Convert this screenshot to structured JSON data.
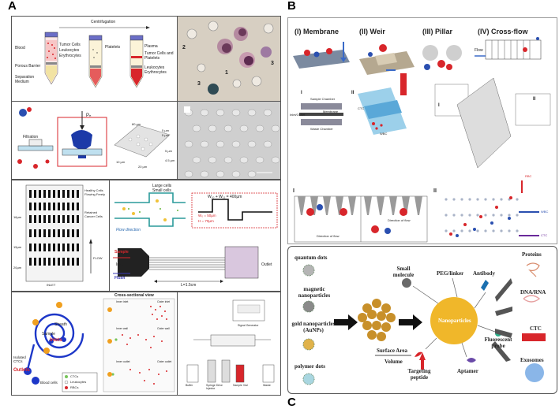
{
  "figure": {
    "letter_a": "A",
    "letter_b": "B",
    "letter_c": "C"
  },
  "panel_a1": {
    "header": "Centrifugation",
    "left_labels": [
      "Blood",
      "Tumor Cells",
      "Leukocytes",
      "Erythrocytes",
      "Porous Barrier",
      "Separation Medium"
    ],
    "mid_labels": [
      "Platelets"
    ],
    "right_labels": [
      "Plasma",
      "Tumor Cells and Platelets",
      "Leukocytes Erythrocytes"
    ]
  },
  "panel_a_micro1": {
    "markers": [
      "1",
      "2",
      "3",
      "3"
    ]
  },
  "panel_a2": {
    "filtration_label": "Filtration",
    "force_label": "Pₙ",
    "dims": [
      "80 µm",
      "5 µm",
      "5 µm",
      "10 µm",
      "20 µm",
      "4.5 µm",
      "5 µm"
    ]
  },
  "panel_a3": {
    "labels": [
      "Healthy Cells Flowing Freely",
      "Retained Cancer Cells",
      "INLET",
      "FLOW"
    ],
    "dims": [
      "16µm",
      "15µm",
      "20µm"
    ]
  },
  "panel_a4": {
    "legend_large": "Large cells",
    "legend_small": "Small cells",
    "flow_direction": "Flow direction",
    "formula": "W₁₀ + W₁₁ = 400µm",
    "w_label": "W₀ = 50µm",
    "h_label": "H = 70µm",
    "sample": "Sample",
    "inlet": "Inlet",
    "flush": "Flush",
    "length": "L=1.5cm",
    "outlet": "Outlet"
  },
  "panel_a5": {
    "sheath": "Sheath",
    "sample": "Sample",
    "inlets": "Inlets",
    "isolated": "Isolated CTCs",
    "outlets": "Outlets",
    "blood": "Blood cells",
    "legend": [
      "CTCs",
      "Leukocytes",
      "RBCs"
    ],
    "cross_title": "Cross-sectional view",
    "cross_labels": [
      "Inner inlet",
      "Outer inlet",
      "Inner wall",
      "Outer wall",
      "Inner outlet",
      "Outer outlet"
    ]
  },
  "panel_a6": {
    "labels": [
      "Buffer",
      "Sample Vial",
      "Syringe Drive Injector",
      "Waste",
      "Signal Generator"
    ]
  },
  "panel_b": {
    "top_titles": [
      "(I) Membrane",
      "(II) Weir",
      "(III) Pillar",
      "(IV) Cross-flow"
    ],
    "flow": "Flow",
    "mid_labels": [
      "I",
      "II",
      "Sample Chamber",
      "Membrane",
      "Waste Chamber",
      "Inlet/Outlet",
      "CTC",
      "WBC",
      "I",
      "II"
    ],
    "bottom_labels": [
      "I",
      "Direction of flow",
      "Direction of flow",
      "II",
      "RBC",
      "WBC",
      "CTC"
    ]
  },
  "panel_c": {
    "left_items": [
      "quantum dots",
      "magnetic nanoparticles",
      "gold nanoparticles (AuNPs)",
      "polymer dots"
    ],
    "surface": "Surface Area",
    "volume": "Volume",
    "small_molecule": "Small molecule",
    "peg": "PEG/linker",
    "antibody": "Antibody",
    "nanoparticles": "Nanoparticles",
    "fluorescent": "Fluorescent probe",
    "targeting": "Targeting peptide",
    "aptamer": "Aptamer",
    "right_items": [
      "Proteins",
      "DNA/RNA",
      "CTC",
      "Exosomes"
    ]
  },
  "colors": {
    "red_cell": "#d8262b",
    "blue_cell": "#1c3aa8",
    "nanoparticle": "#f0b72a",
    "spiral_blue": "#1d37c8"
  }
}
